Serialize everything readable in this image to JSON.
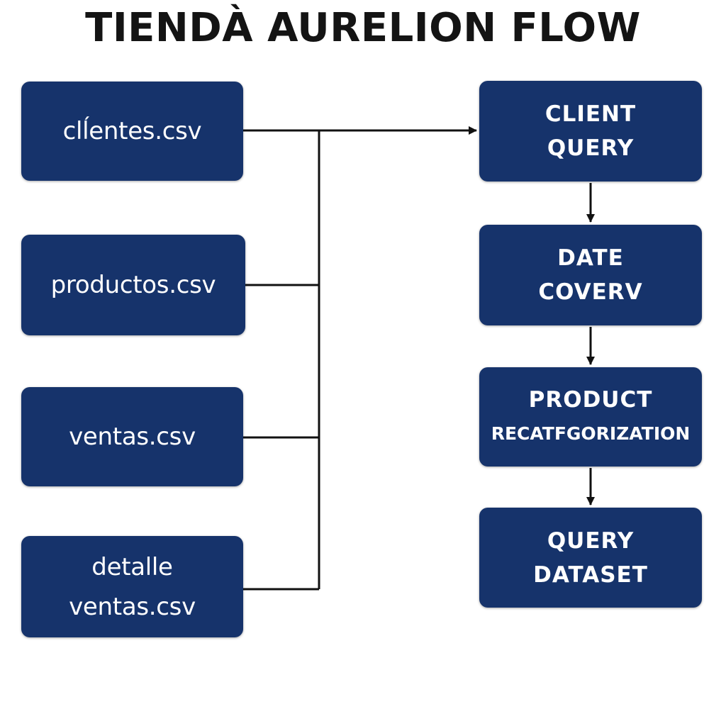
{
  "title": "TIENDÀ AURELION FLOW",
  "sources": [
    {
      "lines": [
        "clĺentes.csv"
      ]
    },
    {
      "lines": [
        "productos.csv"
      ]
    },
    {
      "lines": [
        "ventas.csv"
      ]
    },
    {
      "lines": [
        "detalle",
        "ventas.csv"
      ]
    }
  ],
  "steps": [
    {
      "lines": [
        "CLIENT",
        "QUERY"
      ]
    },
    {
      "lines": [
        "DATE",
        "COVERV"
      ]
    },
    {
      "lines": [
        "PRODUCT",
        "RECATFGORIZATION"
      ]
    },
    {
      "lines": [
        "QUERY",
        "DATASET"
      ]
    }
  ],
  "colors": {
    "node_fill": "#16336b",
    "node_text": "#ffffff",
    "connector": "#111111",
    "title": "#141414"
  }
}
